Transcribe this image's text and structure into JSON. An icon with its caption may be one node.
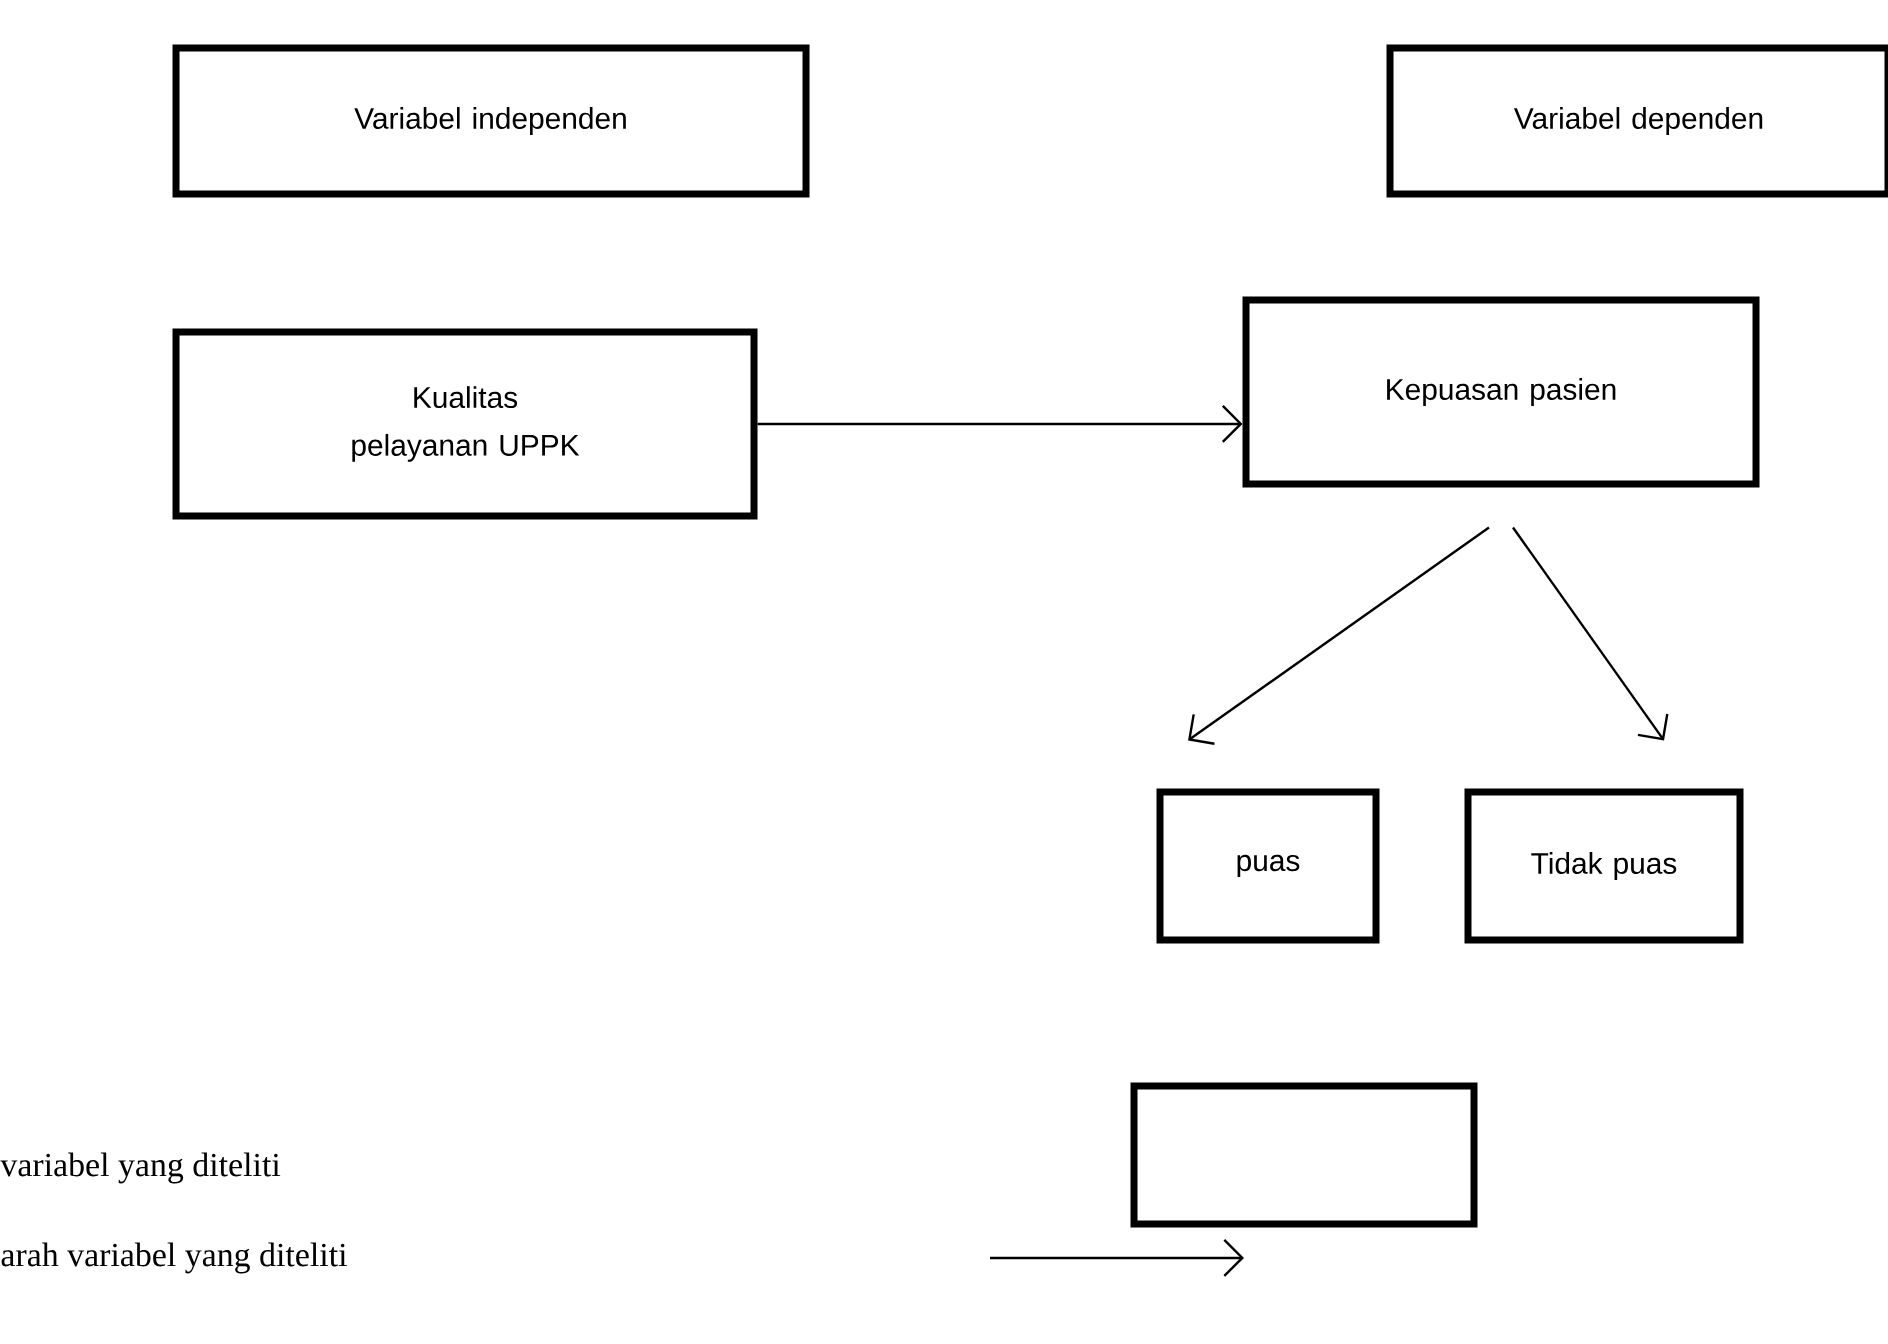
{
  "diagram": {
    "nodes": [
      {
        "text": [
          "Variabel independen"
        ]
      },
      {
        "text": [
          "Variabel dependen"
        ]
      },
      {
        "text": [
          "Kualitas pelayanan UPPK"
        ]
      },
      {
        "text": [
          "Kepuasan pasien"
        ]
      },
      {
        "text": [
          "puas"
        ]
      },
      {
        "text": [
          "Tidak puas"
        ]
      }
    ],
    "edges": [
      {
        "from": 2,
        "to": 3,
        "arrow": "to"
      },
      {
        "from": 3,
        "to": 4,
        "arrow": "to"
      },
      {
        "from": 3,
        "to": 5,
        "arrow": "to"
      }
    ],
    "legend": [
      {
        "text": "variabel yang diteliti"
      },
      {
        "text": "arah variabel yang diteliti"
      }
    ]
  }
}
